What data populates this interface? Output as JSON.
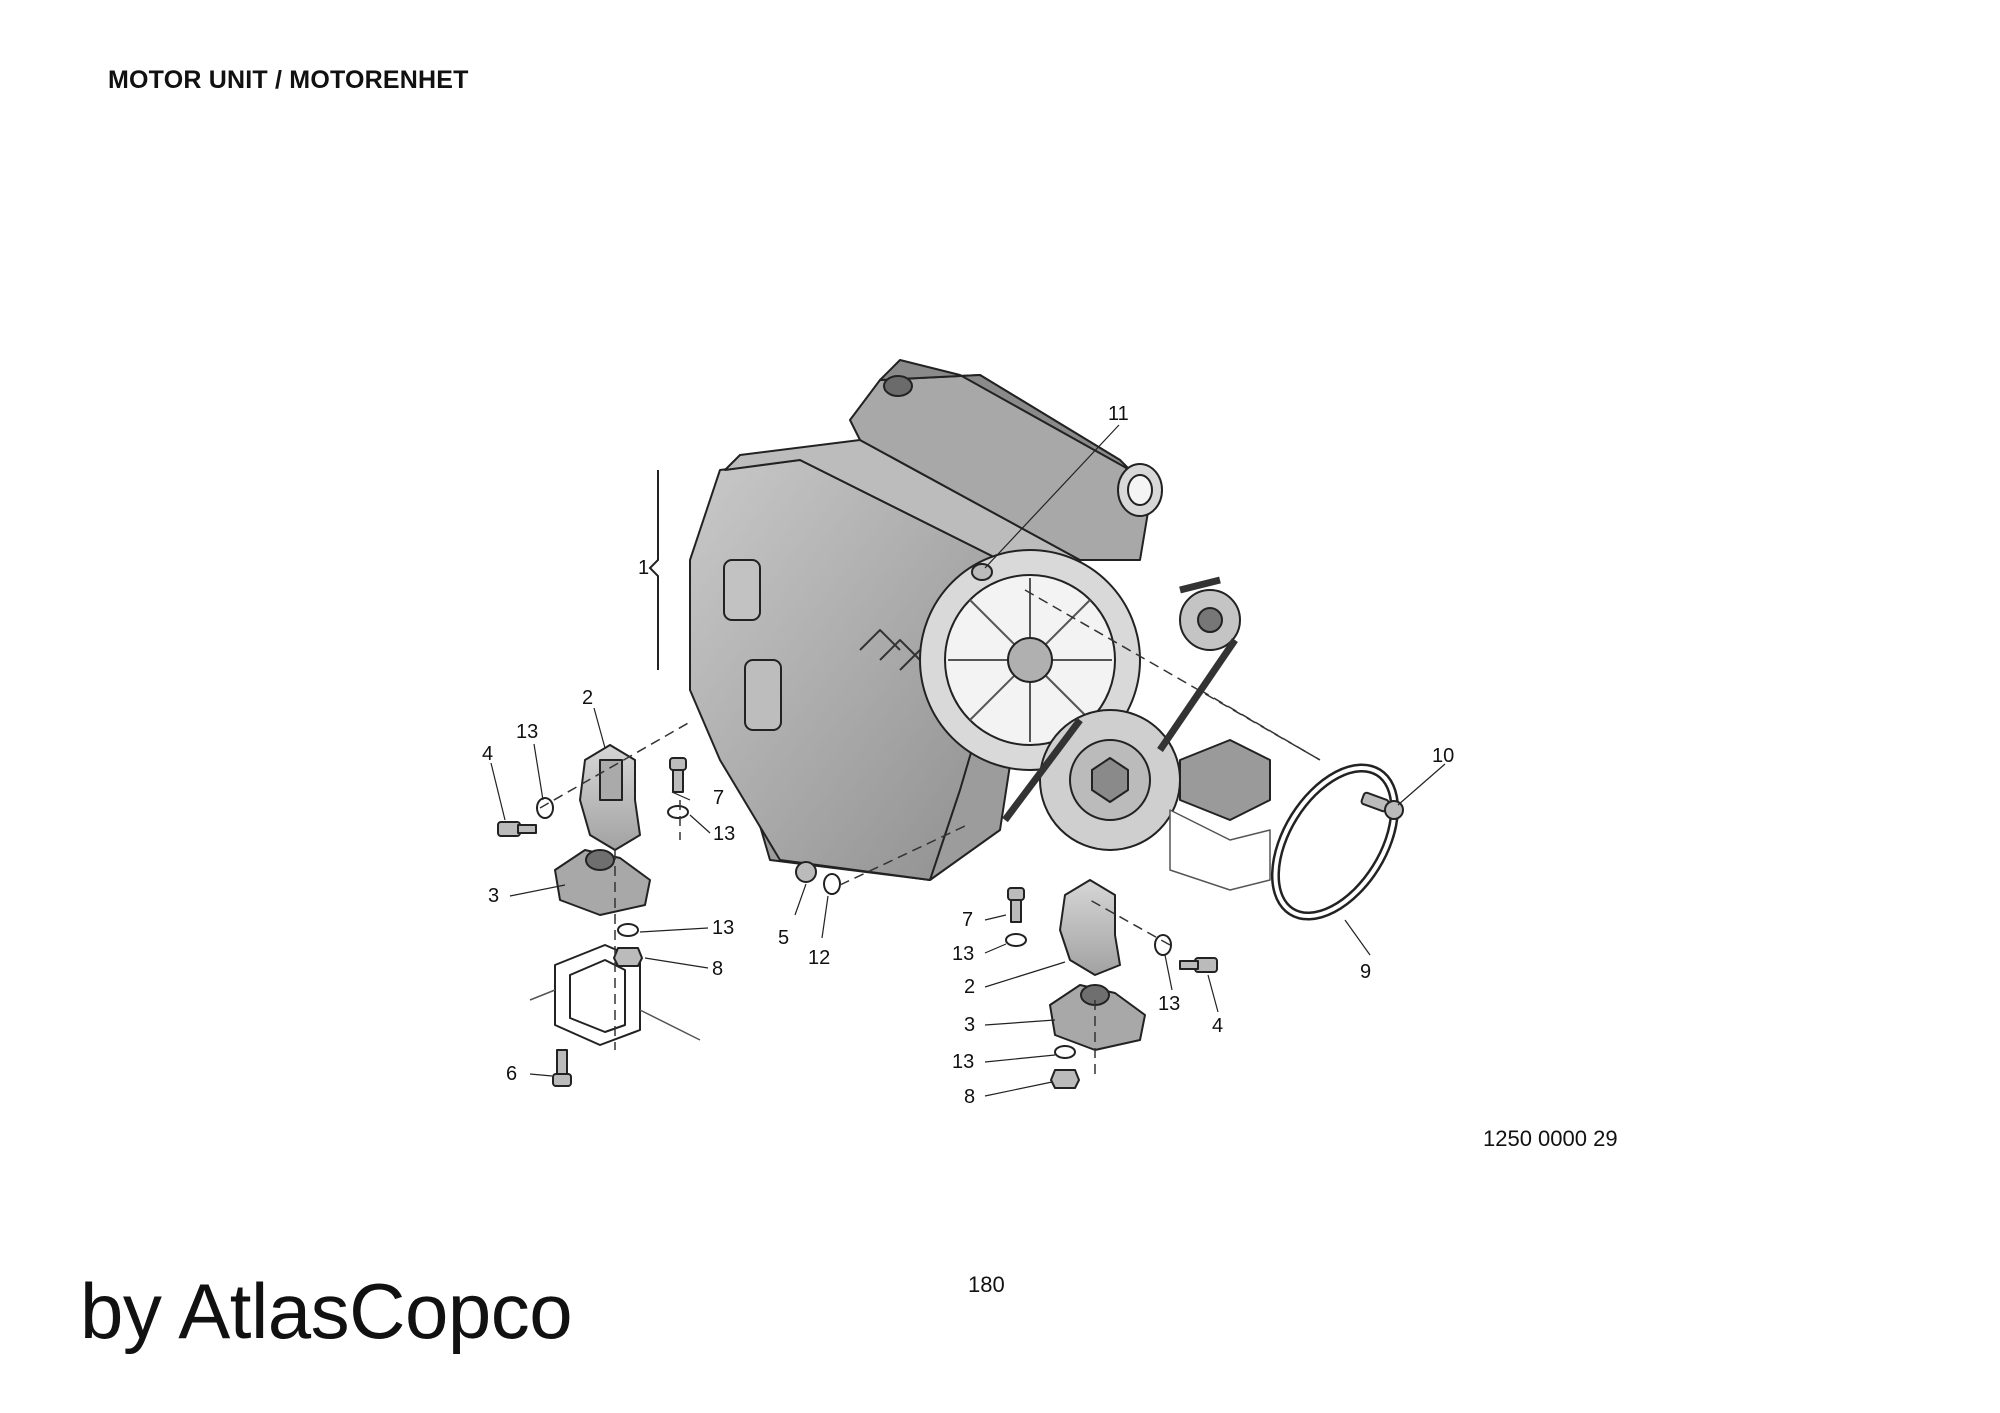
{
  "header": {
    "title": "MOTOR UNIT / MOTORENHET"
  },
  "drawing": {
    "number": "1250 0000 29"
  },
  "footer": {
    "page_number": "180",
    "brand": "by AtlasCopco"
  },
  "callouts": {
    "c1": "1",
    "c2a": "2",
    "c2b": "2",
    "c3a": "3",
    "c3b": "3",
    "c4a": "4",
    "c4b": "4",
    "c5": "5",
    "c6": "6",
    "c7a": "7",
    "c7b": "7",
    "c8a": "8",
    "c8b": "8",
    "c9": "9",
    "c10": "10",
    "c11": "11",
    "c12": "12",
    "c13a": "13",
    "c13b": "13",
    "c13c": "13",
    "c13d": "13",
    "c13e": "13",
    "c13f": "13"
  }
}
